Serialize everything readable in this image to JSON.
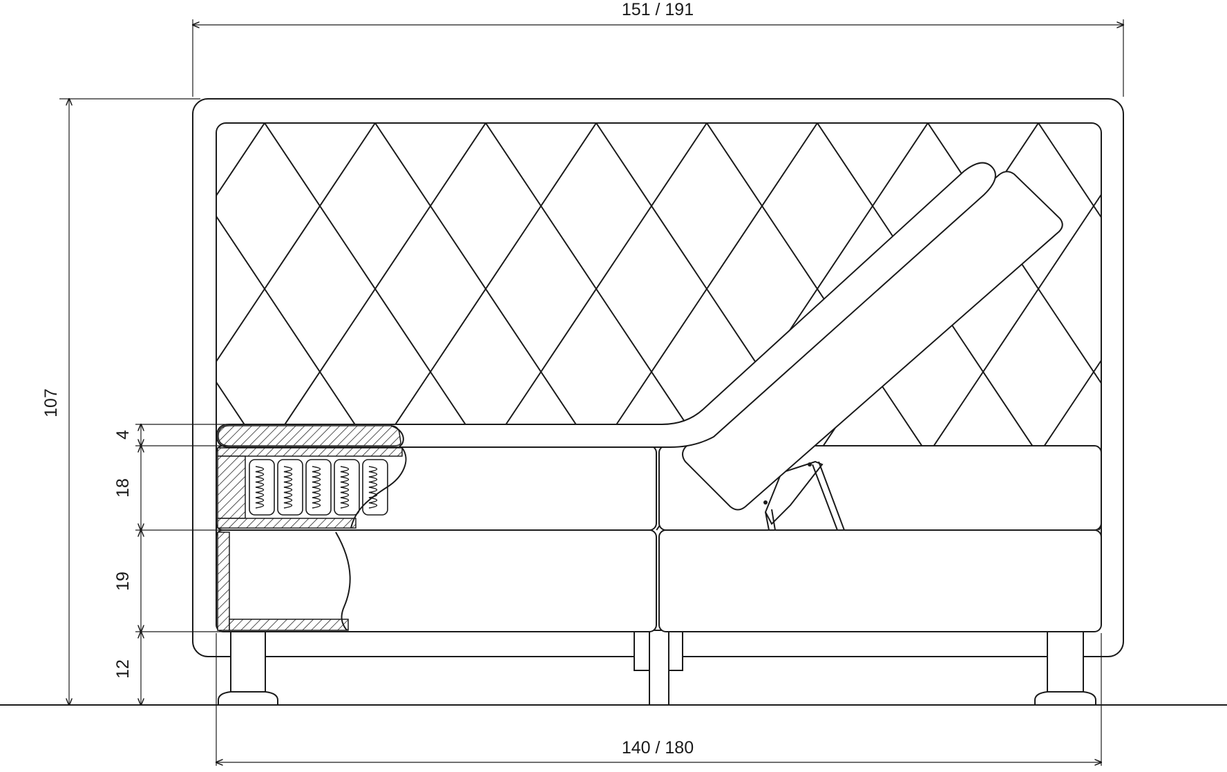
{
  "drawing": {
    "type": "technical side-section drawing of a box-spring bed with adjustable head section",
    "dimensions": {
      "overall_width": "151 / 191",
      "bed_width": "140 / 180",
      "total_height": "107",
      "topper": "4",
      "mattress": "18",
      "box_spring": "19",
      "legs": "12"
    },
    "colors": {
      "line": "#1a1a1a",
      "background": "#ffffff"
    }
  }
}
